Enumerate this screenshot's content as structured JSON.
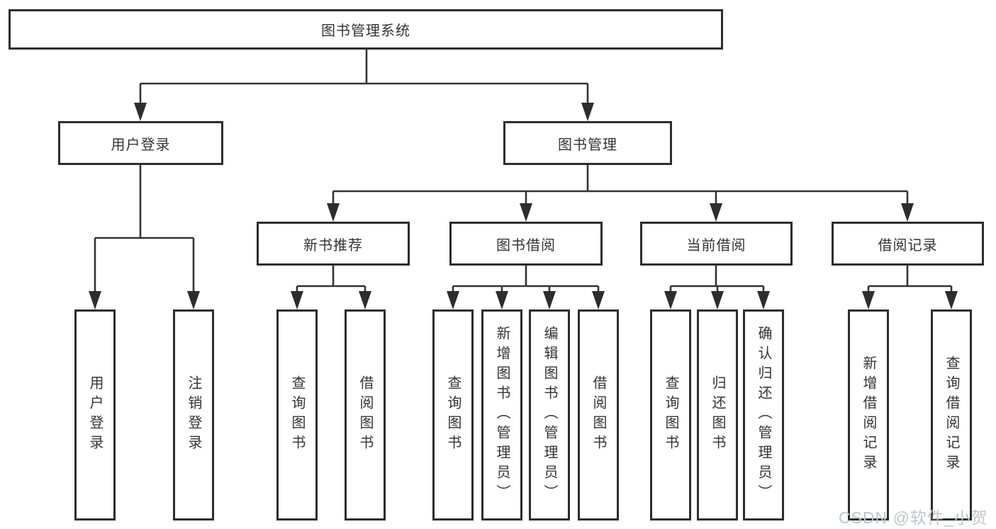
{
  "diagram_title": "图书管理系统",
  "nodes": {
    "root": "图书管理系统",
    "level2": [
      "用户登录",
      "图书管理"
    ],
    "level3": [
      "新书推荐",
      "图书借阅",
      "当前借阅",
      "借阅记录"
    ],
    "leaves": [
      "用户登录",
      "注销登录",
      "查询图书",
      "借阅图书",
      "查询图书",
      "新增图书（管理员）",
      "编辑图书（管理员）",
      "借阅图书",
      "查询图书",
      "归还图书",
      "确认归还（管理员）",
      "新增借阅记录",
      "查询借阅记录"
    ]
  },
  "watermark": "CSDN @软件_小贺同学",
  "colors": {
    "line": "#333333",
    "arrow": "#2d2d2d",
    "border": "#2d2d2d",
    "ink": "#333333",
    "watermark": "#bfc5ca",
    "bg": "#ffffff"
  }
}
